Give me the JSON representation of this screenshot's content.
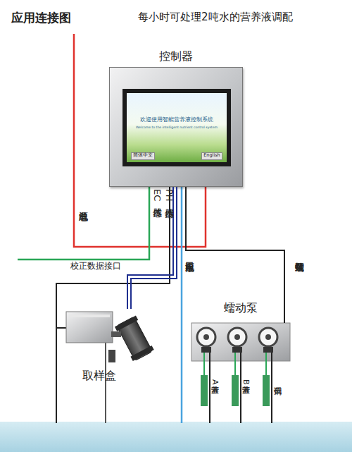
{
  "diagram": {
    "title": "应用连接图",
    "caption": "每小时可处理2吨水的营养液调配",
    "nodes": [
      {
        "text": [
          "控制器"
        ]
      },
      {
        "text": [
          "欢迎使用智能营养液控制系统",
          "Welcome to the intelligent nutrient control system"
        ],
        "in": 0
      },
      {
        "text": [
          "简体中文"
        ],
        "in": 1
      },
      {
        "text": [
          "English"
        ],
        "in": 1
      },
      {
        "text": [
          "取样盒"
        ]
      },
      {
        "text": [
          "蠕动泵"
        ]
      }
    ],
    "edges": [
      {
        "from": 0,
        "to": 4,
        "label": "EC传感器",
        "arrow": "none"
      },
      {
        "from": 0,
        "to": 4,
        "label": "PH传感器",
        "arrow": "none"
      },
      {
        "from": 0,
        "to": 5,
        "label": "蠕动泵数据线",
        "arrow": "none"
      }
    ],
    "labels": [
      "总电源线",
      "校正数据接口",
      "水泵电源接口",
      "营养液A",
      "营养液B",
      "调低剂"
    ]
  }
}
